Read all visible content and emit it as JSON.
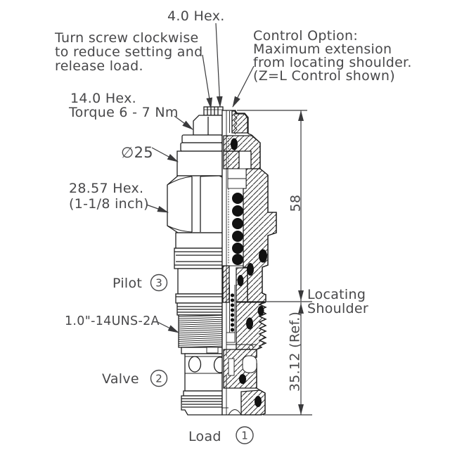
{
  "colors": {
    "ink": "#1f1f1f",
    "text": "#48484a",
    "background": "#ffffff"
  },
  "callouts": {
    "hex40": "4.0 Hex.",
    "turn_screw": [
      "Turn screw clockwise",
      "to reduce setting and",
      "release load."
    ],
    "control_option": [
      "Control Option:",
      "Maximum extension",
      "from locating shoulder.",
      "(Z=L Control shown)"
    ],
    "hex140": [
      "14.0 Hex.",
      "Torque 6 - 7 Nm"
    ],
    "dia": "∅25",
    "hex2857": [
      "28.57 Hex.",
      "(1-1/8 inch)"
    ],
    "thread": "1.0\"-14UNS-2A",
    "locating": [
      "Locating",
      "Shoulder"
    ]
  },
  "ports": {
    "pilot": {
      "label": "Pilot",
      "num": "3"
    },
    "valve": {
      "label": "Valve",
      "num": "2"
    },
    "load": {
      "label": "Load",
      "num": "1"
    }
  },
  "dimensions": {
    "overall": "58",
    "ref": "35.12 (Ref.)"
  }
}
